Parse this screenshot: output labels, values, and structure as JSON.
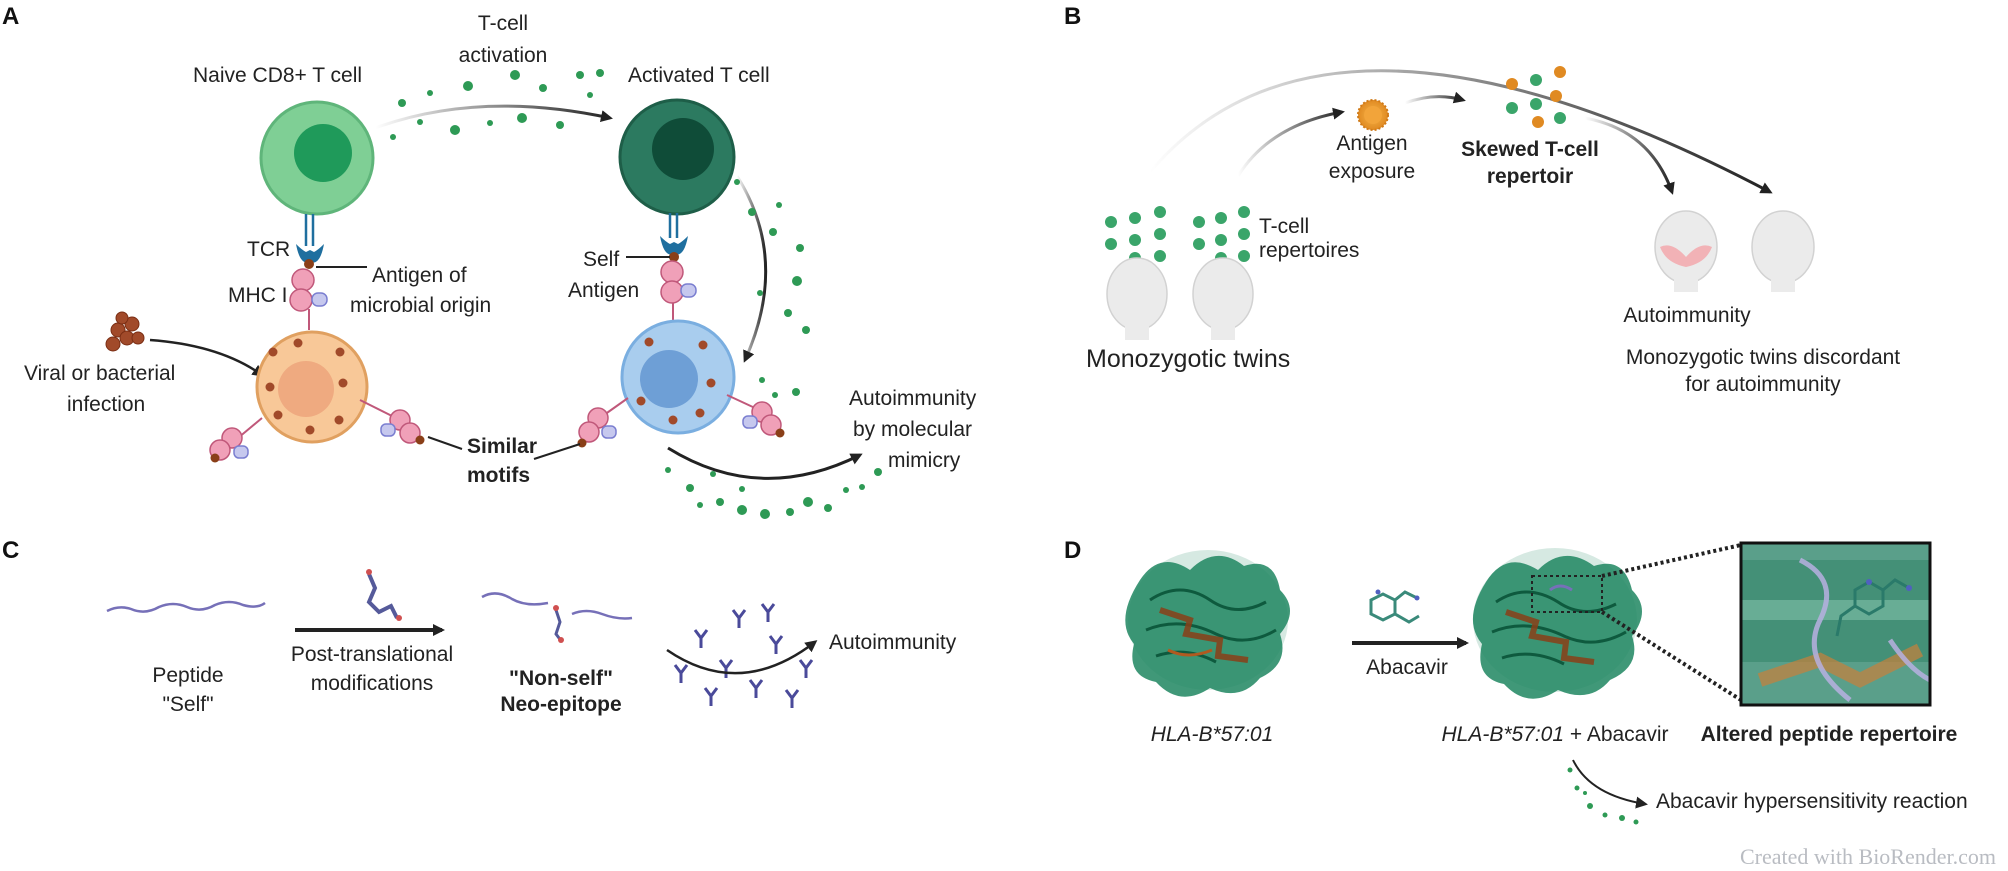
{
  "colors": {
    "naive_cell": "#7fcf95",
    "naive_nucleus": "#1f9a5a",
    "activated_cell": "#2c7a60",
    "activated_nucleus": "#0f4c38",
    "infected_cell": "#f8c898",
    "target_cell": "#a9cdee",
    "tcr": "#1f6f9f",
    "mhc": "#f0a0b8",
    "protein_green": "#1e8660",
    "protein_brown": "#8a3f18",
    "peptide": "#7670b8"
  },
  "panels": {
    "a": {
      "label": "A",
      "naive_cell": "Naive CD8+ T cell",
      "activation": [
        "T-cell",
        "activation"
      ],
      "activated_cell": "Activated T cell",
      "tcr": "TCR",
      "mhc": "MHC I",
      "antigen_microbial": [
        "Antigen of",
        "microbial origin"
      ],
      "self_antigen": [
        "Self",
        "Antigen"
      ],
      "infection": [
        "Viral or bacterial",
        "infection"
      ],
      "similar_motifs": [
        "Similar",
        "motifs"
      ],
      "mimicry": [
        "Autoimmunity",
        "by molecular",
        "mimicry"
      ]
    },
    "b": {
      "label": "B",
      "antigen_exposure": [
        "Antigen",
        "exposure"
      ],
      "skewed": [
        "Skewed T-cell",
        "repertoir"
      ],
      "repertoires": [
        "T-cell",
        "repertoires"
      ],
      "twins": "Monozygotic twins",
      "autoimmunity": "Autoimmunity",
      "discordant": [
        "Monozygotic twins discordant",
        "for autoimmunity"
      ]
    },
    "c": {
      "label": "C",
      "peptide": [
        "Peptide",
        "\"Self\""
      ],
      "ptm": [
        "Post-translational",
        "modifications"
      ],
      "neo": [
        "\"Non-self\"",
        "Neo-epitope"
      ],
      "autoimmunity": "Autoimmunity"
    },
    "d": {
      "label": "D",
      "drug": "Abacavir",
      "hla": "HLA-B*57:01",
      "hla_plus": "HLA-B*57:01",
      "plus_drug": " + Abacavir",
      "altered": "Altered peptide repertoire",
      "reaction": "Abacavir hypersensitivity reaction"
    }
  },
  "watermark": "Created with BioRender.com"
}
